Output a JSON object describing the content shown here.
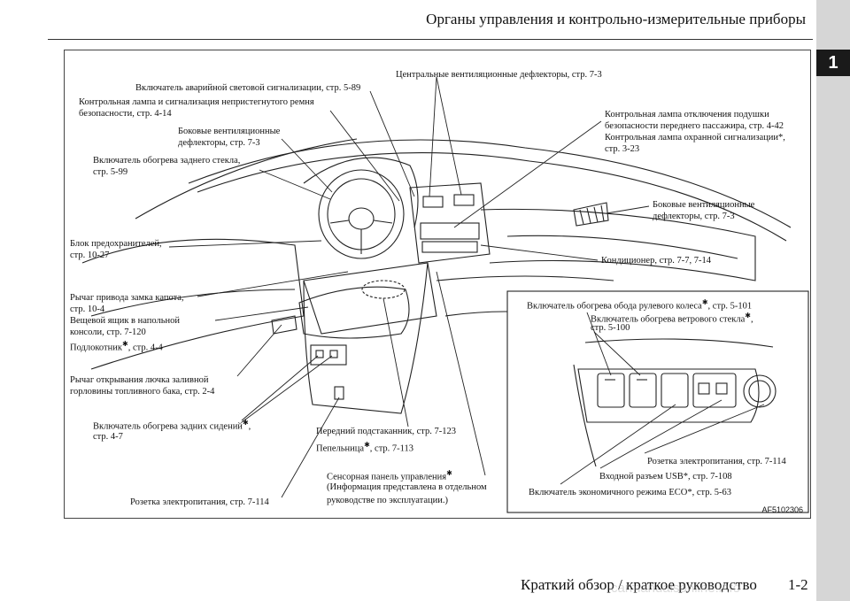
{
  "header": {
    "title": "Органы управления и контрольно-измерительные приборы"
  },
  "tab": {
    "number": "1"
  },
  "figure": {
    "code": "AF5102306",
    "labels": {
      "hazard": "Включатель аварийной световой сигнализации, стр. 5-89",
      "center_vents": "Центральные вентиляционные дефлекторы, стр. 7-3",
      "seatbelt_1": "Контрольная лампа и сигнализация непристегнутого ремня",
      "seatbelt_2": "безопасности, стр. 4-14",
      "side_vents_l1": "Боковые вентиляционные",
      "side_vents_l2": "дефлекторы, стр. 7-3",
      "rear_defog_1": "Включатель обогрева заднего стекла,",
      "rear_defog_2": "стр. 5-99",
      "airbag_1": "Контрольная лампа отключения подушки",
      "airbag_2": "безопасности переднего пассажира, стр. 4-42",
      "airbag_3": "Контрольная лампа охранной сигнализации*,",
      "airbag_4": "стр. 3-23",
      "side_vents_r1": "Боковые вентиляционные",
      "side_vents_r2": "дефлекторы, стр. 7-3",
      "fuse_1": "Блок предохранителей,",
      "fuse_2": "стр. 10-27",
      "ac": "Кондиционер, стр. 7-7, 7-14",
      "hood_1": "Рычаг привода замка капота,",
      "hood_2": "стр. 10-4",
      "console_box_1": "Вещевой ящик в напольной",
      "console_box_2": "консоли, стр. 7-120",
      "armrest": "Подлокотник",
      "armrest_page": ", стр. 4-4",
      "fuel_1": "Рычаг открывания лючка заливной",
      "fuel_2": "горловины топливного бака, стр. 2-4",
      "rear_seat_heat": "Включатель обогрева задних сидений",
      "rear_seat_heat_2": "стр. 4-7",
      "cupholder": "Передний подстаканник, стр. 7-123",
      "ashtray": "Пепельница",
      "ashtray_page": ", стр. 7-113",
      "touchpad_1": "Сенсорная панель управления",
      "touchpad_2": "(Информация представлена в отдельном",
      "touchpad_3": "руководстве по эксплуатации.)",
      "power_outlet_rear": "Розетка электропитания, стр. 7-114",
      "wheel_heat": "Включатель обогрева обода рулевого колеса",
      "wheel_heat_page": ", стр. 5-101",
      "windshield_heat": "Включатель обогрева ветрового стекла",
      "windshield_heat_2": "стр. 5-100",
      "power_outlet_inset": "Розетка электропитания, стр. 7-114",
      "usb": "Входной разъем USB*, стр. 7-108",
      "eco": "Включатель экономичного режима ECO*, стр. 5-63"
    }
  },
  "footer": {
    "text": "Краткий обзор / краткое руководство",
    "page": "1-2",
    "watermark": "carmanualsonline.info"
  }
}
